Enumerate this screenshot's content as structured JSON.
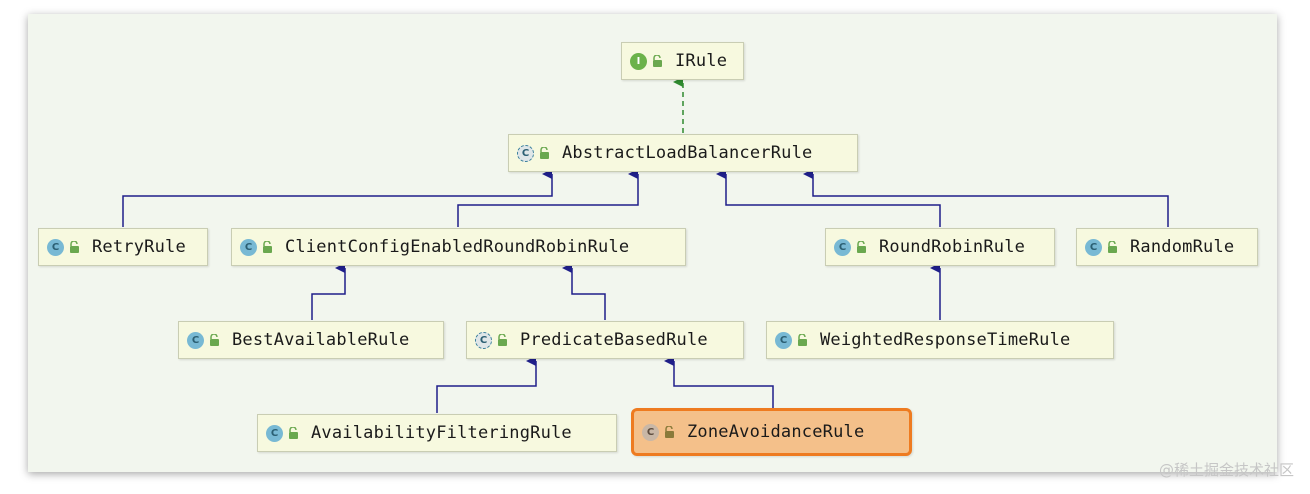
{
  "diagram": {
    "nodes": [
      {
        "id": "irule",
        "kind_letter": "I",
        "kind": "interface",
        "label": "IRule"
      },
      {
        "id": "abstract",
        "kind_letter": "C",
        "kind": "abstract",
        "label": "AbstractLoadBalancerRule"
      },
      {
        "id": "retry",
        "kind_letter": "C",
        "kind": "class",
        "label": "RetryRule"
      },
      {
        "id": "clientconfig",
        "kind_letter": "C",
        "kind": "class",
        "label": "ClientConfigEnabledRoundRobinRule"
      },
      {
        "id": "roundrobin",
        "kind_letter": "C",
        "kind": "class",
        "label": "RoundRobinRule"
      },
      {
        "id": "random",
        "kind_letter": "C",
        "kind": "class",
        "label": "RandomRule"
      },
      {
        "id": "bestavailable",
        "kind_letter": "C",
        "kind": "class",
        "label": "BestAvailableRule"
      },
      {
        "id": "predicate",
        "kind_letter": "C",
        "kind": "abstract",
        "label": "PredicateBasedRule"
      },
      {
        "id": "weighted",
        "kind_letter": "C",
        "kind": "class",
        "label": "WeightedResponseTimeRule"
      },
      {
        "id": "availability",
        "kind_letter": "C",
        "kind": "class",
        "label": "AvailabilityFilteringRule"
      },
      {
        "id": "zone",
        "kind_letter": "C",
        "kind": "class",
        "label": "ZoneAvoidanceRule",
        "highlighted": true
      }
    ],
    "edges": [
      {
        "from": "abstract",
        "to": "irule",
        "type": "implements"
      },
      {
        "from": "retry",
        "to": "abstract",
        "type": "extends"
      },
      {
        "from": "clientconfig",
        "to": "abstract",
        "type": "extends"
      },
      {
        "from": "roundrobin",
        "to": "abstract",
        "type": "extends"
      },
      {
        "from": "random",
        "to": "abstract",
        "type": "extends"
      },
      {
        "from": "bestavailable",
        "to": "clientconfig",
        "type": "extends"
      },
      {
        "from": "predicate",
        "to": "clientconfig",
        "type": "extends"
      },
      {
        "from": "weighted",
        "to": "roundrobin",
        "type": "extends"
      },
      {
        "from": "availability",
        "to": "predicate",
        "type": "extends"
      },
      {
        "from": "zone",
        "to": "predicate",
        "type": "extends"
      }
    ],
    "colors": {
      "extends_edge": "#1f1f8a",
      "implements_edge": "#2f8a2f",
      "highlight_border": "#ee7b20",
      "highlight_fill": "#f4c08a"
    }
  },
  "watermark": "@稀土掘金技术社区"
}
